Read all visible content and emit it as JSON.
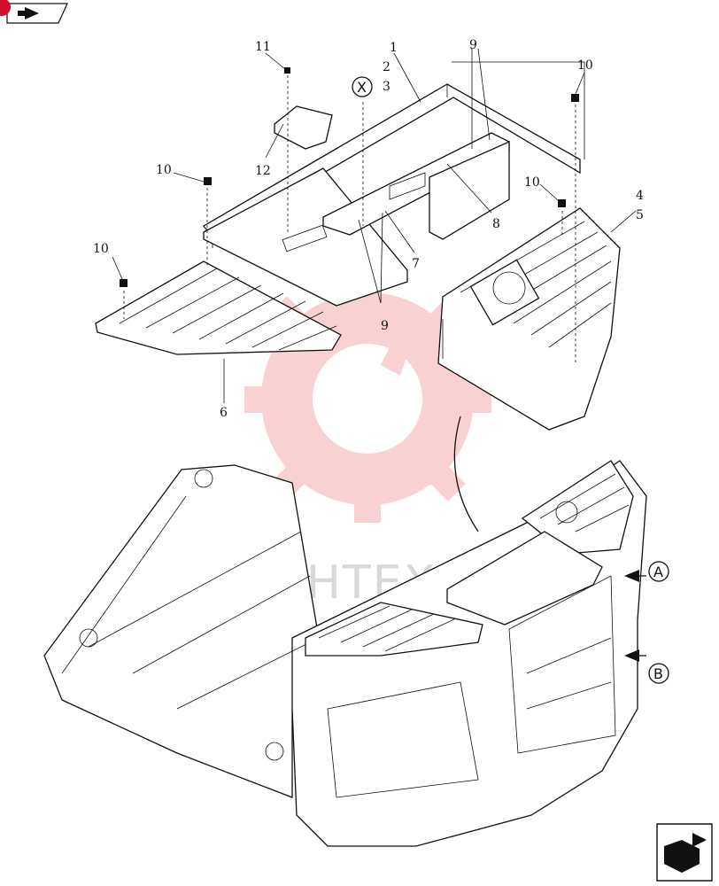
{
  "toolbar": {
    "back_icon": "arrow-back-icon",
    "next_icon": "next-page-icon",
    "badge_color": "#d0102a"
  },
  "callouts": {
    "c1": "1",
    "c2": "2",
    "c3": "3",
    "c4": "4",
    "c5": "5",
    "c6": "6",
    "c7": "7",
    "c8": "8",
    "c9a": "9",
    "c9b": "9",
    "c10a": "10",
    "c10b": "10",
    "c10c": "10",
    "c10d": "10",
    "c11": "11",
    "c12": "12"
  },
  "view_marks": {
    "x": "X",
    "a": "A",
    "b": "B"
  },
  "watermark": {
    "text": "ИНТЕХ",
    "color": "#e8343c"
  }
}
